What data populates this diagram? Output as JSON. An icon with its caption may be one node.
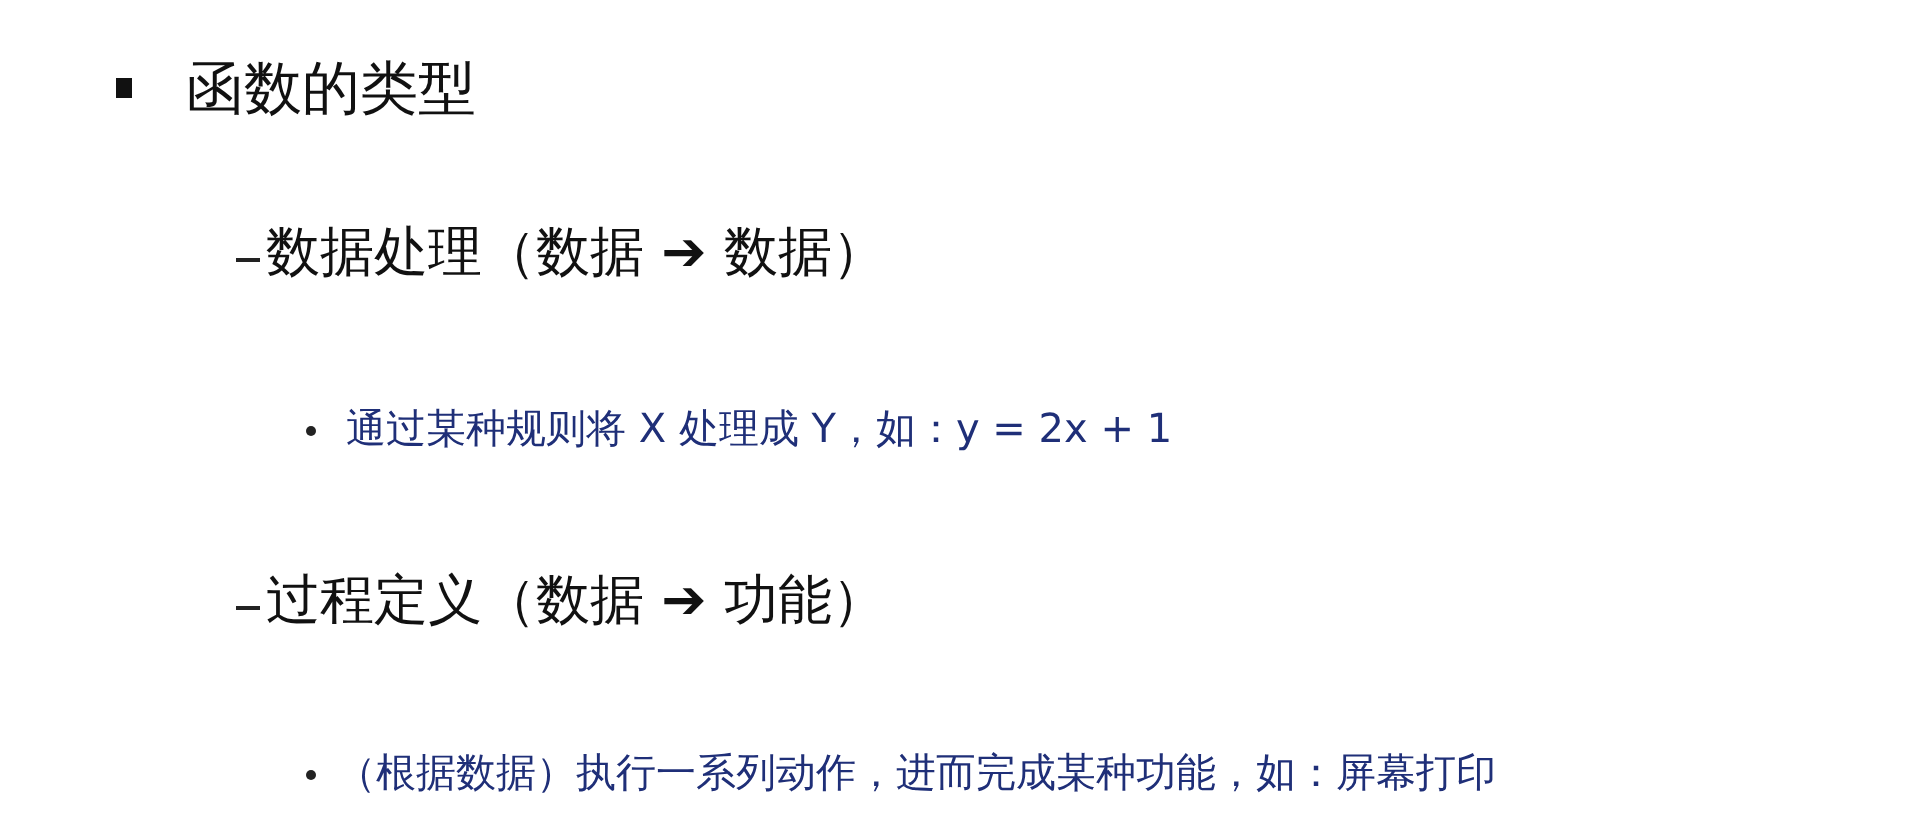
{
  "diagram": {
    "labels": [
      "函数的类型",
      "数据处理（数据 ➔ 数据）",
      "通过某种规则将 X 处理成 Y，如：y = 2x + 1",
      "过程定义（数据 ➔ 功能）",
      "（根据数据）执行一系列动作，进而完成某种功能，如：屏幕打印"
    ]
  }
}
